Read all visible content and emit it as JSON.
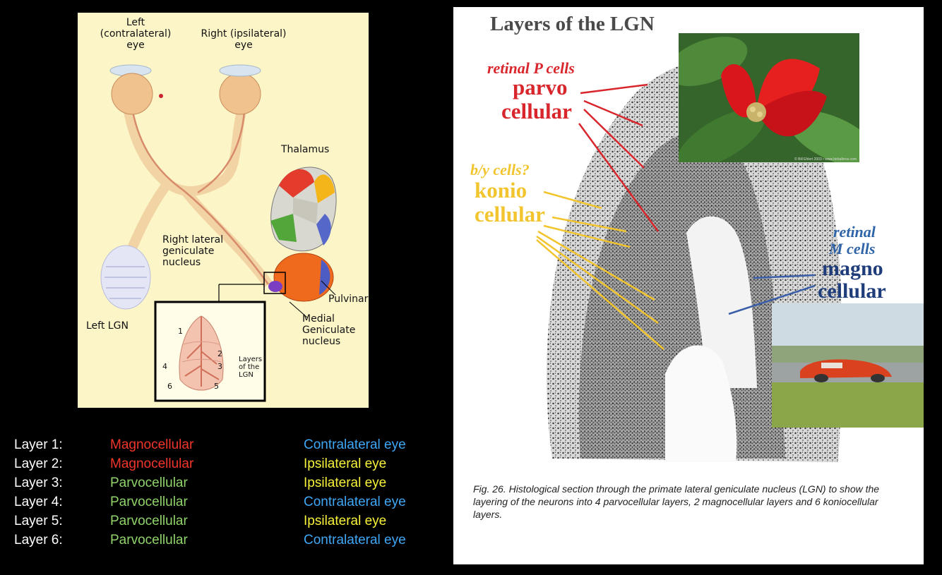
{
  "diagram": {
    "left_eye_label": "Left\n(contralateral)\neye",
    "right_eye_label": "Right (ipsilateral)\neye",
    "thalamus_label": "Thalamus",
    "right_lgn_label": "Right lateral\ngeniculate\nnucleus",
    "pulvinar_label": "Pulvinar",
    "medial_label": "Medial\nGeniculate\nnucleus",
    "left_lgn_label": "Left LGN",
    "inset_layers_label": "Layers\nof the\nLGN",
    "inset_numbers": [
      "1",
      "2",
      "3",
      "4",
      "5",
      "6"
    ]
  },
  "legend": {
    "colors": {
      "magno": "#f0352b",
      "parvo": "#8fd36a",
      "contra": "#3fa7f5",
      "ipsi": "#f7f23a"
    },
    "rows": [
      {
        "layer": "Layer 1:",
        "type": "Magnocellular",
        "eye": "Contralateral eye"
      },
      {
        "layer": "Layer 2:",
        "type": "Magnocellular",
        "eye": "Ipsilateral eye"
      },
      {
        "layer": "Layer 3:",
        "type": "Parvocellular",
        "eye": "Ipsilateral eye"
      },
      {
        "layer": "Layer 4:",
        "type": "Parvocellular",
        "eye": "Contralateral eye"
      },
      {
        "layer": "Layer 5:",
        "type": "Parvocellular",
        "eye": "Ipsilateral eye"
      },
      {
        "layer": "Layer 6:",
        "type": "Parvocellular",
        "eye": "Contralateral eye"
      }
    ]
  },
  "figure": {
    "title": "Layers of the LGN",
    "p_cells": "retinal P cells",
    "parvo1": "parvo",
    "parvo2": "cellular",
    "by_cells": "b/y cells?",
    "konio1": "konio",
    "konio2": "cellular",
    "m_cells1": "retinal",
    "m_cells2": "M cells",
    "magno1": "magno",
    "magno2": "cellular",
    "photo_credit": "© Bill Ehlert 2003 • www.birbalbros.com",
    "caption": "Fig. 26. Histological section through the primate lateral geniculate nucleus (LGN) to show the layering of the neurons into 4 parvocellular layers, 2 magnocellular layers and 6 koniocellular layers."
  }
}
